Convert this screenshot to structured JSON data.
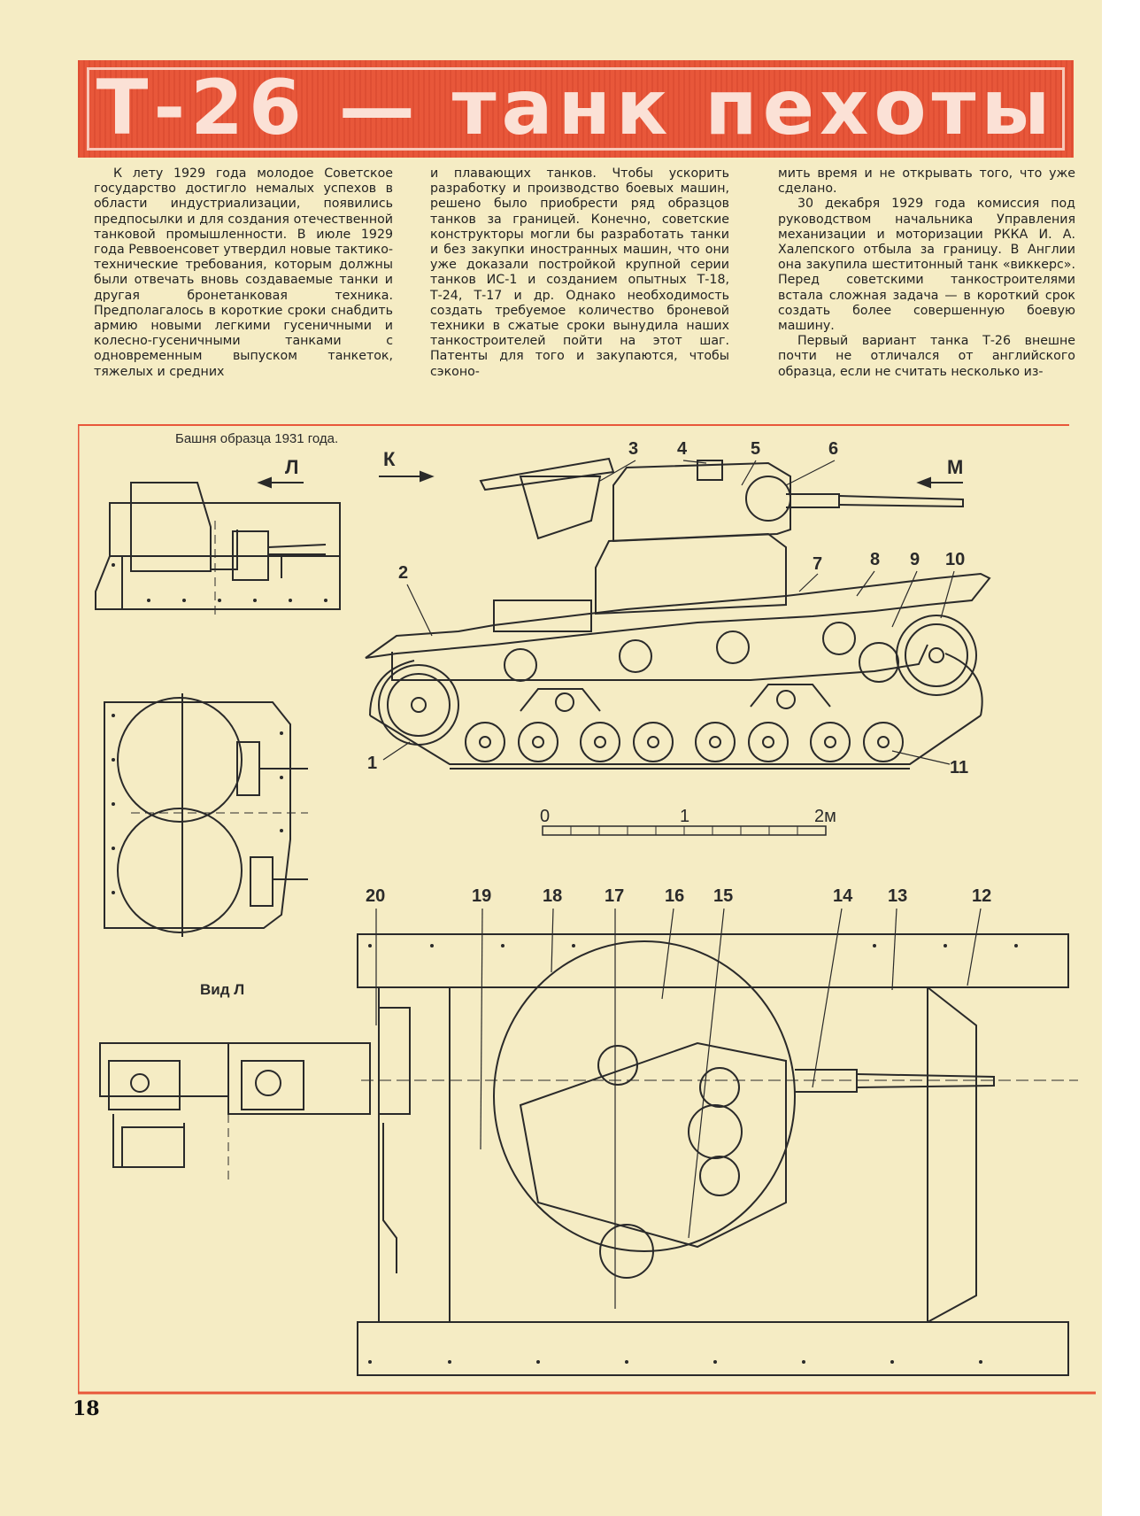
{
  "title": "Т-26 — танк пехоты",
  "article": {
    "columns": [
      [
        "К лету 1929 года молодое Советское государство достигло немалых успехов в области индустриализации, появились предпосылки и для создания отечественной танковой промышленности. В июле 1929 года Реввоенсовет утвердил новые тактико-технические требования, которым должны были отвечать вновь создаваемые танки и другая бронетанковая техника. Предполагалось в короткие сроки снабдить армию новыми легкими гусеничными и колесно-гусеничными танками с одновременным выпуском танкеток, тяжелых и средних"
      ],
      [
        "и плавающих танков. Чтобы ускорить разработку и производство боевых машин, решено было приобрести ряд образцов танков за границей. Конечно, советские конструкторы могли бы разработать танки и без закупки иностранных машин, что они уже доказали постройкой крупной серии танков ИС-1 и созданием опытных Т-18, Т-24, Т-17 и др. Однако необходимость создать требуемое количество броневой техники в сжатые сроки вынудила наших танкостроителей пойти на этот шаг. Патенты для того и закупаются, чтобы сэконо-"
      ],
      [
        "мить время и не открывать того, что уже сделано.",
        "30 декабря 1929 года комиссия под руководством начальника Управления механизации и моторизации РККА И. А. Халепского отбыла за границу. В Англии она закупила шеститонный танк «виккерс». Перед советскими танкостроителями встала сложная задача — в короткий срок создать более совершенную боевую машину.",
        "Первый вариант танка Т-26 внешне почти не отличался от английского образца, если не считать несколько из-"
      ]
    ]
  },
  "drawing": {
    "turret_caption": "Башня образца 1931 года.",
    "view_l_caption": "Вид Л",
    "view_arrows": {
      "l": "Л",
      "k": "К",
      "m": "М"
    },
    "scale_labels": [
      "0",
      "1",
      "2м"
    ],
    "side_callouts": [
      "1",
      "2",
      "3",
      "4",
      "5",
      "6",
      "7",
      "8",
      "9",
      "10",
      "11"
    ],
    "top_callouts": [
      "20",
      "19",
      "18",
      "17",
      "16",
      "15",
      "14",
      "13",
      "12"
    ]
  },
  "page_number": "18",
  "colors": {
    "accent": "#e8573a",
    "paper": "#f5ecc4",
    "ink": "#2a2a2a"
  }
}
